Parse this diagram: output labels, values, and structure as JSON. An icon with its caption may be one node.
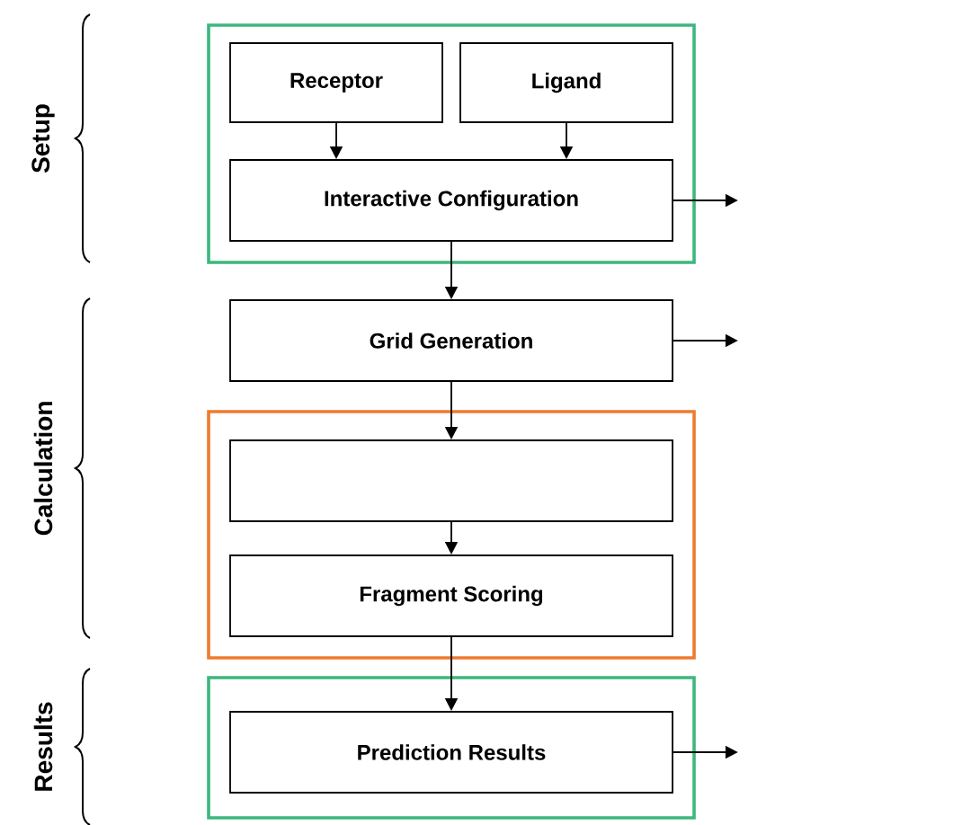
{
  "diagram": {
    "nodes": [
      {
        "text": [],
        "shape": "box"
      },
      {
        "text": [
          "Receptor"
        ],
        "in": 0
      },
      {
        "text": [
          "Ligand"
        ],
        "in": 0
      },
      {
        "text": [
          "Interactive Configuration"
        ],
        "in": 0
      },
      {
        "text": [
          "Grid Generation"
        ]
      },
      {
        "text": [],
        "shape": "box"
      },
      {
        "text": [],
        "shape": "box",
        "in": 5
      },
      {
        "text": [
          "Fragment Scoring"
        ],
        "in": 5
      },
      {
        "text": [],
        "shape": "box"
      },
      {
        "text": [
          "Prediction Results"
        ],
        "in": 8
      }
    ],
    "edges": [
      {
        "from": 1,
        "to": 3,
        "arrow": "to"
      },
      {
        "from": 2,
        "to": 3,
        "arrow": "to"
      },
      {
        "from": 3,
        "to": null,
        "arrow": "to"
      },
      {
        "from": 3,
        "to": 4,
        "arrow": "to"
      },
      {
        "from": 4,
        "to": null,
        "arrow": "to"
      },
      {
        "from": 4,
        "to": 6,
        "arrow": "to"
      },
      {
        "from": 6,
        "to": 7,
        "arrow": "to"
      },
      {
        "from": 7,
        "to": 9,
        "arrow": "to"
      },
      {
        "from": 9,
        "to": null,
        "arrow": "to"
      }
    ],
    "labels": [
      "Setup",
      "Calculation",
      "Results"
    ]
  }
}
